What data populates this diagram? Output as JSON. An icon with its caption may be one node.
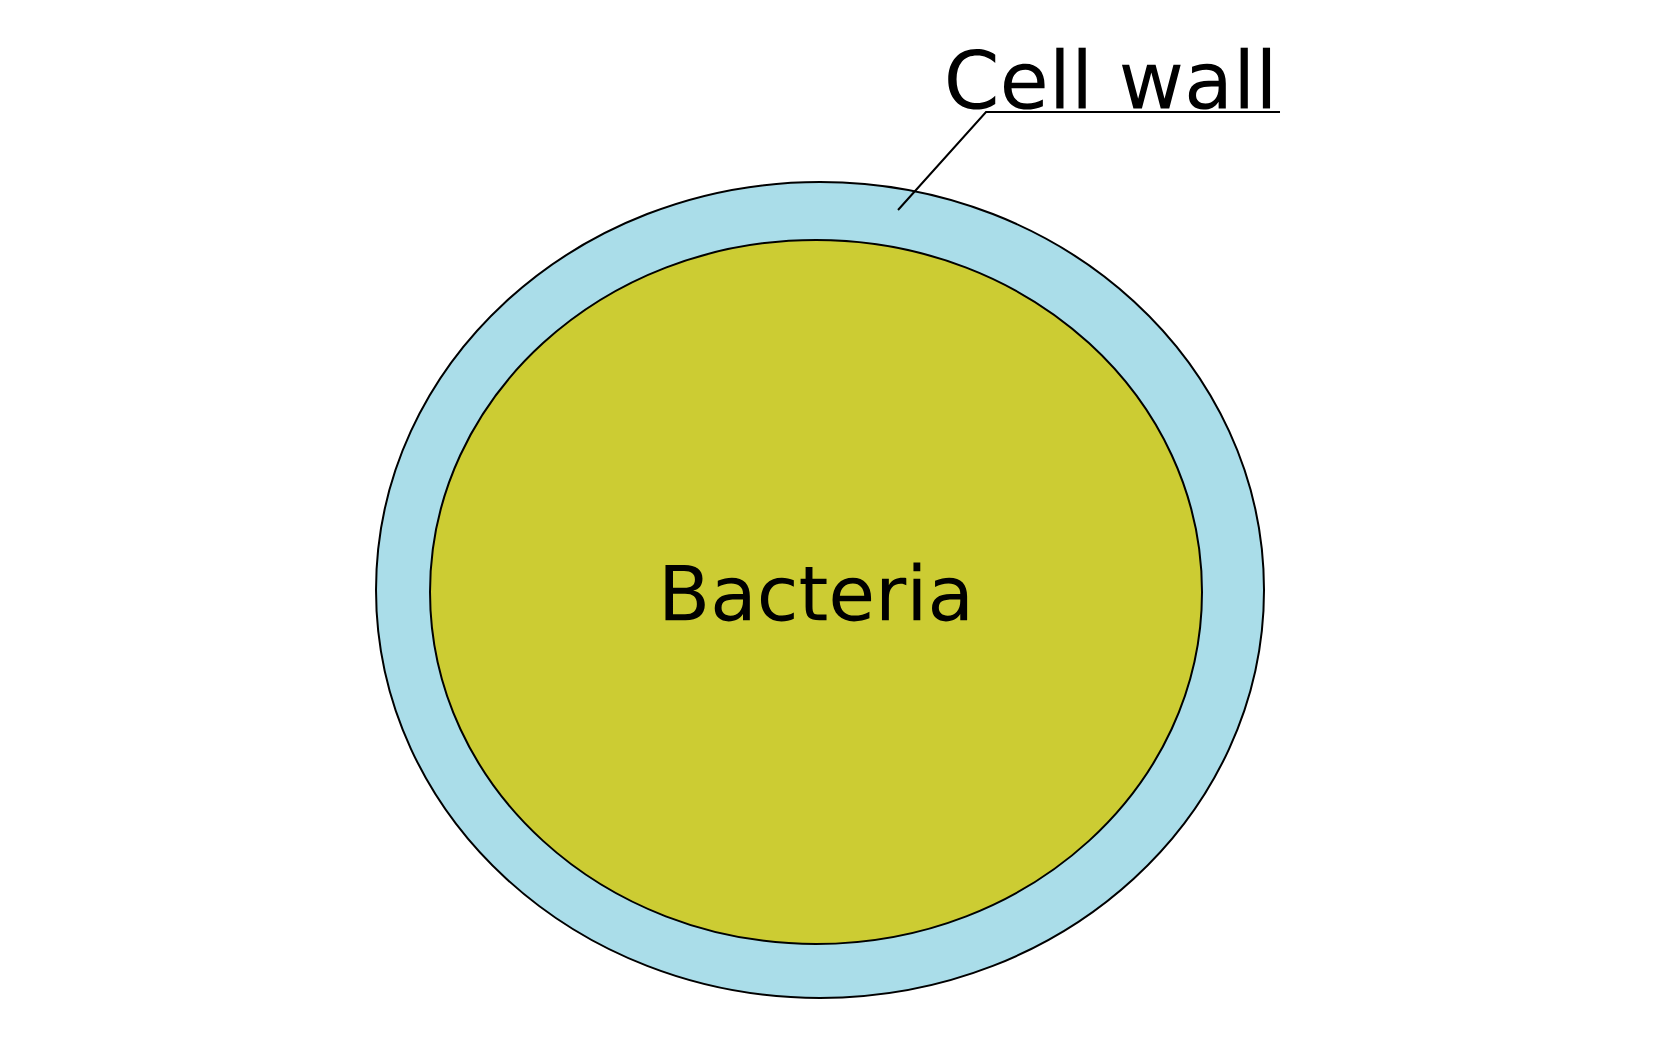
{
  "diagram": {
    "nodes": [
      {
        "text": [
          "Cell wall"
        ]
      },
      {
        "text": [],
        "shape": "circle"
      },
      {
        "text": [
          "Bacteria"
        ],
        "in": 1
      }
    ],
    "edges": [
      {
        "from": 0,
        "to": 1,
        "arrow": "none"
      }
    ]
  }
}
